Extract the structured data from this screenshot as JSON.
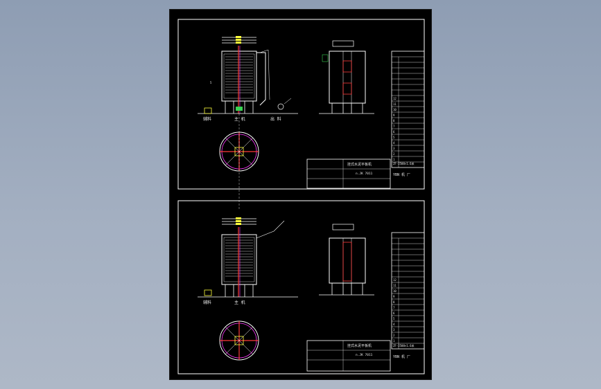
{
  "app": {
    "title": "CAD drawing viewer"
  },
  "drawing": {
    "top": {
      "labels": {
        "left_a": "辅料",
        "left_b": "主 机",
        "right_a": "出 料"
      },
      "title_block": {
        "main": "挂式水泥平板机",
        "sub": "n.JK 7011",
        "code": "ZF-2500×1.6米",
        "company": "YBN 机 厂"
      },
      "parts": [
        "12",
        "11",
        "10",
        "9",
        "8",
        "7",
        "6",
        "5",
        "4",
        "3",
        "2",
        "1"
      ]
    },
    "bottom": {
      "labels": {
        "left_a": "辅料",
        "left_b": "主 机"
      },
      "title_block": {
        "main": "挂式水泥平板机",
        "sub": "n.JK 7011",
        "code": "ZF-2500×1.6米",
        "company": "YBN 机 厂"
      },
      "parts": [
        "12",
        "11",
        "10",
        "9",
        "8",
        "7",
        "6",
        "5",
        "4",
        "3",
        "2",
        "1"
      ]
    },
    "colors": {
      "line": "#ffffff",
      "accent": "#ff3b3b",
      "green": "#39d353",
      "magenta": "#ff3bff",
      "yellow": "#ffff3b",
      "cyan": "#3bffff"
    }
  }
}
